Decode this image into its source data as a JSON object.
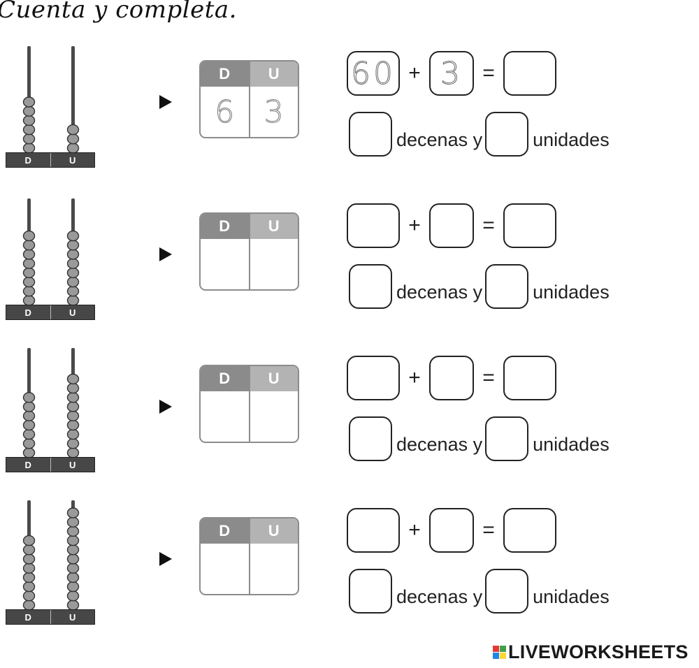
{
  "title": "Cuenta y completa.",
  "labels": {
    "tens": "D",
    "units": "U",
    "decenas": "decenas y",
    "unidades": "unidades"
  },
  "operators": {
    "plus": "+",
    "equals": "="
  },
  "rows": [
    {
      "abacus": {
        "tens_beads": 6,
        "units_beads": 3
      },
      "table": {
        "tens_value": "6",
        "units_value": "3"
      },
      "equation": {
        "tens_addend": "60",
        "units_addend": "3",
        "sum": ""
      },
      "decomposition": {
        "tens": "",
        "units": ""
      }
    },
    {
      "abacus": {
        "tens_beads": 8,
        "units_beads": 8
      },
      "table": {
        "tens_value": "",
        "units_value": ""
      },
      "equation": {
        "tens_addend": "",
        "units_addend": "",
        "sum": ""
      },
      "decomposition": {
        "tens": "",
        "units": ""
      }
    },
    {
      "abacus": {
        "tens_beads": 7,
        "units_beads": 9
      },
      "table": {
        "tens_value": "",
        "units_value": ""
      },
      "equation": {
        "tens_addend": "",
        "units_addend": "",
        "sum": ""
      },
      "decomposition": {
        "tens": "",
        "units": ""
      }
    },
    {
      "abacus": {
        "tens_beads": 8,
        "units_beads": 11
      },
      "table": {
        "tens_value": "",
        "units_value": ""
      },
      "equation": {
        "tens_addend": "",
        "units_addend": "",
        "sum": ""
      },
      "decomposition": {
        "tens": "",
        "units": ""
      }
    }
  ],
  "brand": {
    "name": "LIVEWORKSHEETS",
    "logo_colors": [
      "#e53935",
      "#43a047",
      "#1e88e5",
      "#fdd835"
    ]
  }
}
